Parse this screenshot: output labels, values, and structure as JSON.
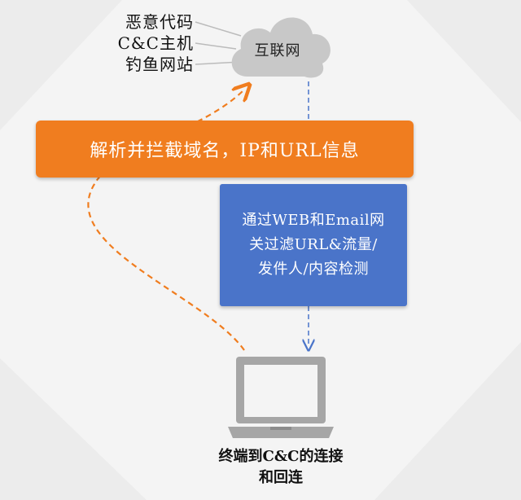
{
  "threats": {
    "items": [
      "恶意代码",
      "C&C主机",
      "钓鱼网站"
    ]
  },
  "cloud": {
    "label": "互联网"
  },
  "banner": {
    "text": "解析并拦截域名，IP和URL信息"
  },
  "gateway": {
    "lines": [
      "通过WEB和Email网",
      "关过滤URL&流量/",
      "发件人/内容检测"
    ]
  },
  "endpoint": {
    "lines": [
      "终端到C&C的连接",
      "和回连"
    ]
  },
  "colors": {
    "orange": "#f07d1f",
    "blue": "#4a74c9",
    "cloud_gray": "#c8c8c8",
    "laptop_gray": "#a6a6a6",
    "arrow_blue": "#4a74c9"
  }
}
